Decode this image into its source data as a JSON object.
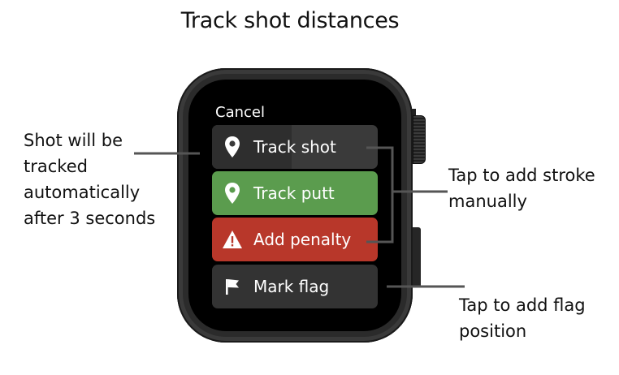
{
  "title": "Track shot distances",
  "watch": {
    "cancel_label": "Cancel",
    "menu": [
      {
        "label": "Track shot",
        "icon": "location-pin-icon",
        "color": "#3a3a3a",
        "countdown_progress": 0.48
      },
      {
        "label": "Track putt",
        "icon": "location-pin-icon",
        "color": "#5b9c4e"
      },
      {
        "label": "Add penalty",
        "icon": "warning-triangle-icon",
        "color": "#b8372a"
      },
      {
        "label": "Mark flag",
        "icon": "flag-icon",
        "color": "#333333"
      }
    ]
  },
  "callouts": {
    "auto_track": [
      "Shot will be",
      "tracked",
      "automatically",
      "after 3 seconds"
    ],
    "add_stroke": [
      "Tap to add stroke",
      "manually"
    ],
    "add_flag": [
      "Tap to add flag",
      "position"
    ]
  }
}
